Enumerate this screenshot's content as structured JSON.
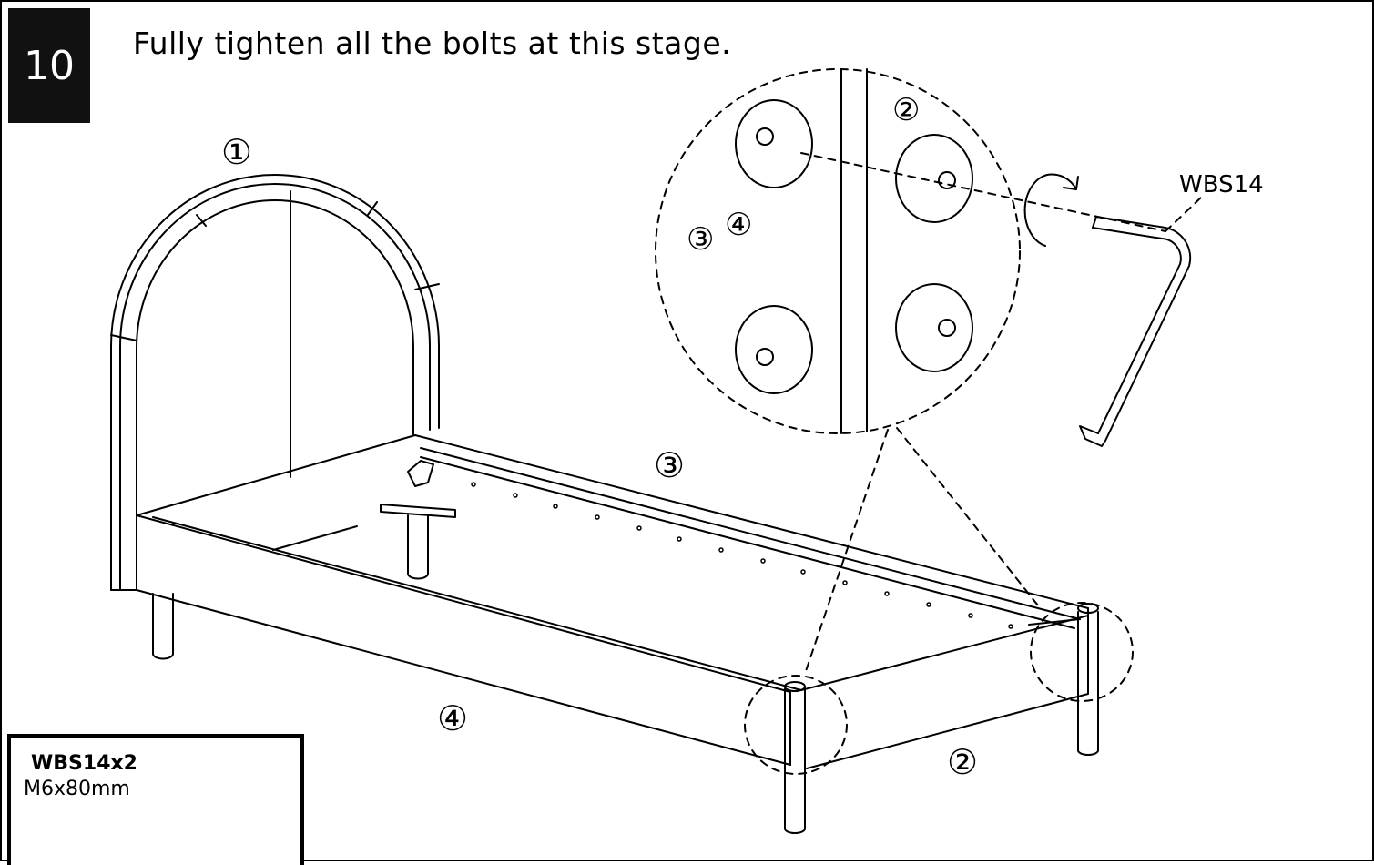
{
  "step": {
    "number": "10"
  },
  "instruction": "Fully tighten all the bolts at this stage.",
  "callouts": {
    "headboard": "①",
    "foot_rail": "②",
    "side_rail_far": "③",
    "side_rail_near": "④",
    "detail_foot_rail": "②",
    "detail_rail_a": "③",
    "detail_rail_b": "④"
  },
  "tool": {
    "label": "WBS14"
  },
  "parts": {
    "code": "WBS14x2",
    "size": "M6x80mm"
  }
}
